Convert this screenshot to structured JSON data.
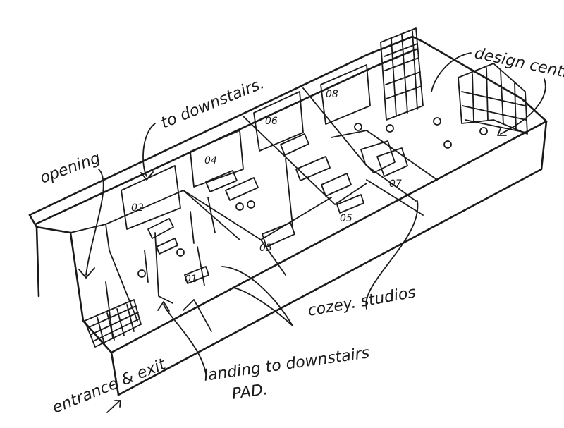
{
  "labels": {
    "opening": "opening",
    "to_downstairs_top": "to downstairs.",
    "design_center": "design centre",
    "cozey_studios": "cozey. studios",
    "landing_to_downstairs": "landing to downstairs",
    "pad": "PAD.",
    "entrance_exit": "entrance & exit"
  },
  "rooms": {
    "r01": "01",
    "r02": "02",
    "r03": "03",
    "r04": "04",
    "r05": "05",
    "r06": "06",
    "r07": "07",
    "r08": "08"
  }
}
